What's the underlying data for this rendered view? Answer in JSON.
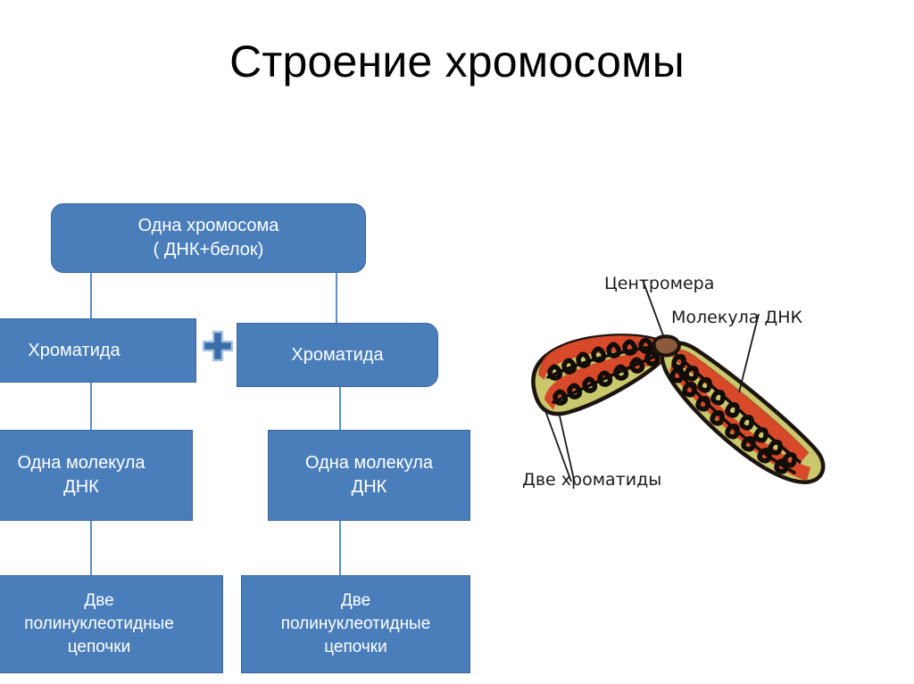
{
  "slide": {
    "title": "Строение хромосомы",
    "background_color": "#ffffff"
  },
  "theme": {
    "box_fill": "#4a7ebb",
    "box_border": "#3a659a",
    "box_text": "#ffffff",
    "connector_color": "#5b8fc4",
    "plus_color": "#3a6ea8",
    "label_text": "#1a1a1a"
  },
  "flowchart": {
    "boxes": [
      {
        "id": "chromosome",
        "label": "Одна хромосома\n( ДНК+белок)"
      },
      {
        "id": "chromatid_left",
        "label": "Хроматида"
      },
      {
        "id": "chromatid_right",
        "label": "Хроматида"
      },
      {
        "id": "dna_left",
        "label": "Одна молекула\nДНК"
      },
      {
        "id": "dna_right",
        "label": "Одна молекула\nДНК"
      },
      {
        "id": "chain_left",
        "label": "Две\nполинуклеотидные\nцепочки"
      },
      {
        "id": "chain_right",
        "label": "Две\nполинуклеотидные\nцепочки"
      }
    ],
    "operator": "+"
  },
  "illustration": {
    "name": "chromosome-diagram",
    "labels": [
      {
        "id": "centromere",
        "text": "Центромера"
      },
      {
        "id": "dna_molecule",
        "text": "Молекула ДНК"
      },
      {
        "id": "two_chromatids",
        "text": "Две хроматиды"
      }
    ],
    "colors": {
      "outline": "#1c150f",
      "outer_band": "#c8c86a",
      "inner_band": "#d8492a",
      "dna_coil": "#120d08"
    }
  }
}
